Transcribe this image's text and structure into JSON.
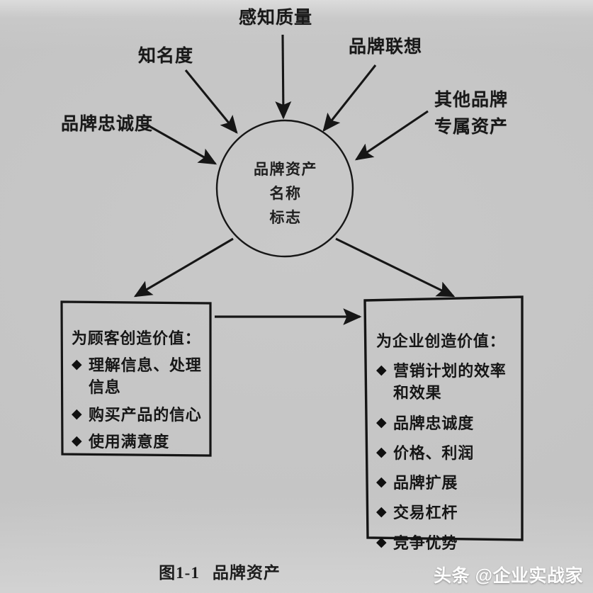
{
  "figure": {
    "caption_number": "图1-1",
    "caption_title": "品牌资产"
  },
  "center_node": {
    "name": "brand-equity-circle",
    "lines": [
      "品牌资产",
      "名称",
      "标志"
    ]
  },
  "drivers": [
    {
      "id": "brand-loyalty",
      "label": "品牌忠诚度"
    },
    {
      "id": "brand-awareness",
      "label": "知名度"
    },
    {
      "id": "perceived-quality",
      "label": "感知质量"
    },
    {
      "id": "brand-associations",
      "label": "品牌联想"
    },
    {
      "id": "other-proprietary-assets",
      "label_line1": "其他品牌",
      "label_line2": "专属资产"
    }
  ],
  "customer_value_box": {
    "title": "为顾客创造价值：",
    "bullet_mark": "◆",
    "items": [
      "理解信息、处理信息",
      "购买产品的信心",
      "使用满意度"
    ]
  },
  "company_value_box": {
    "title": "为企业创造价值：",
    "bullet_mark": "◆",
    "items": [
      "营销计划的效率和效果",
      "品牌忠诚度",
      "价格、利润",
      "品牌扩展",
      "交易杠杆",
      "竞争优势"
    ]
  },
  "watermark": {
    "text": "头条 @企业实战家"
  },
  "colors": {
    "background": "#c4c4c4",
    "ink": "#1a1a1a",
    "watermark": "#fdfdfd"
  }
}
